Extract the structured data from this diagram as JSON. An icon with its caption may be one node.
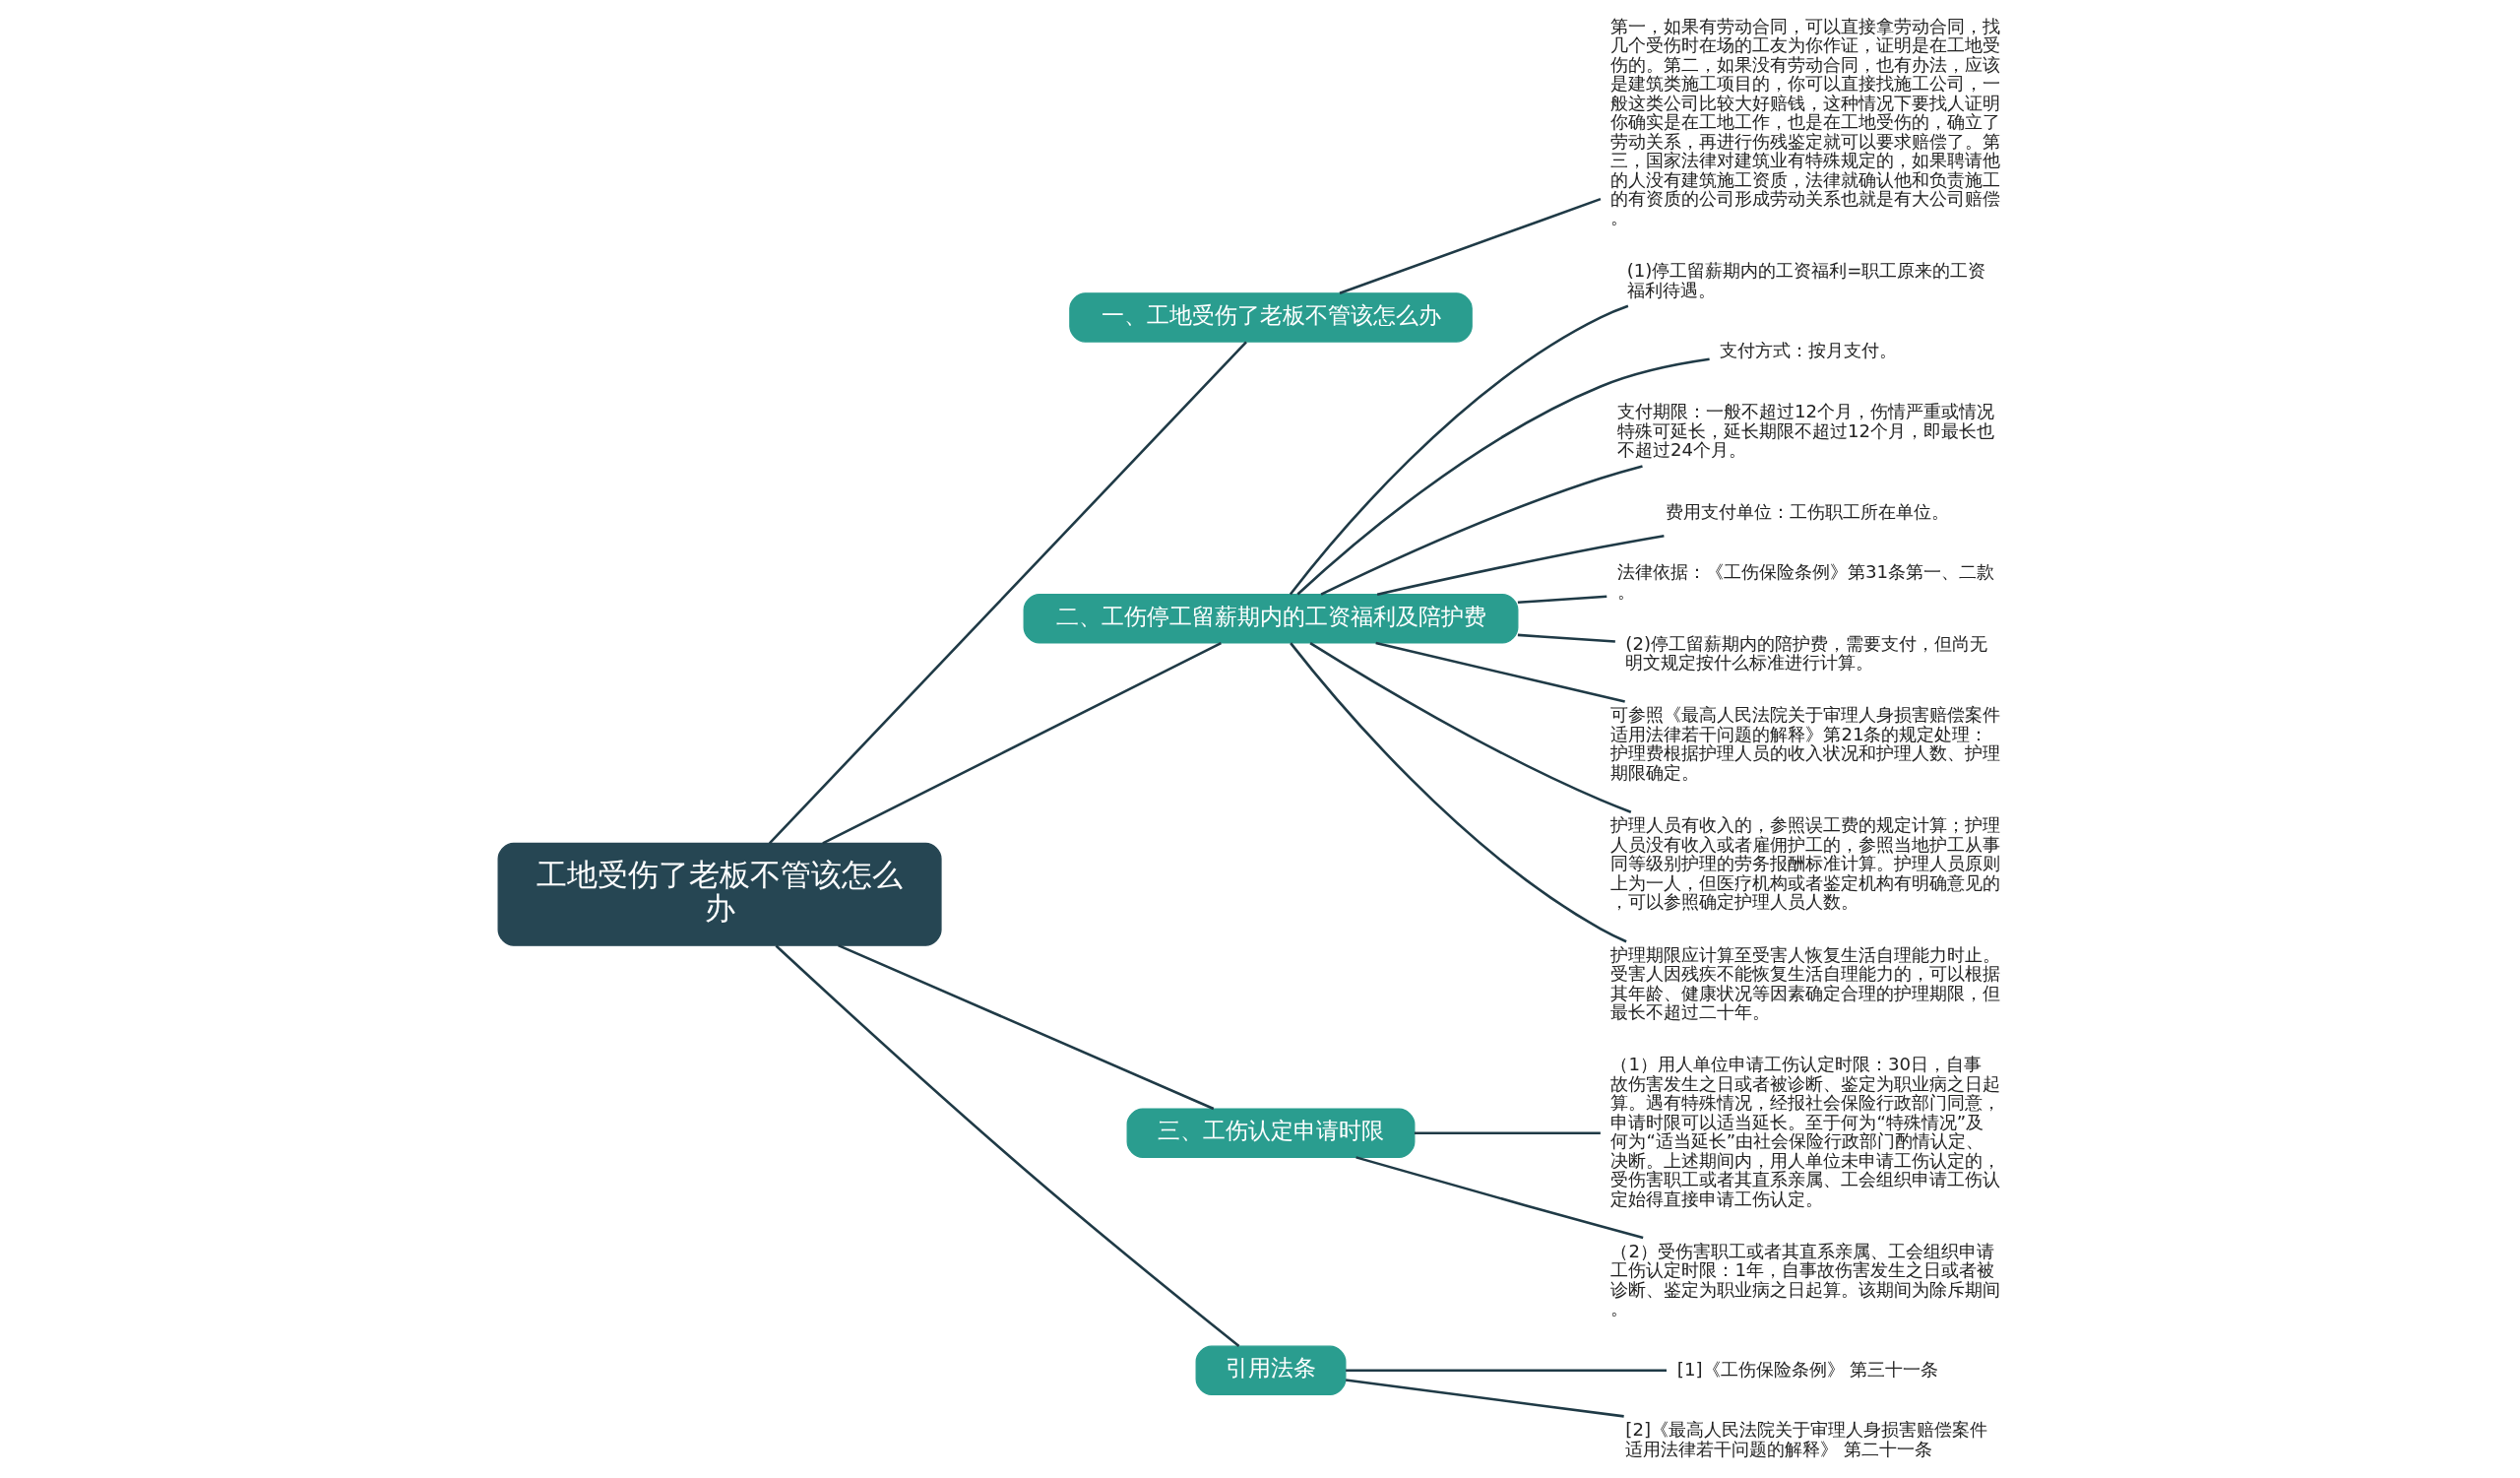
{
  "diagram": {
    "nodes": [
      {
        "text": [
          "工地受伤了老板不管该怎么办"
        ]
      },
      {
        "text": [
          "一、工地受伤了老板不管该怎么办"
        ]
      },
      {
        "text": [
          "第一，如果有劳动合同，可以直接拿劳动合同，找几个受伤时在场的工友为你作证，证明是在工地受伤的。第二，如果没有劳动合同，也有办法，应该是建筑类施工项目的，你可以直接找施工公司，一般这类公司比较大好赔钱，这种情况下要找人证明你确实是在工地工作，也是在工地受伤的，确立了劳动关系，再进行伤残鉴定就可以要求赔偿了。第三，国家法律对建筑业有特殊规定的，如果聘请他的人没有建筑施工资质，法律就确认他和负责施工的有资质的公司形成劳动关系也就是有大公司赔偿。"
        ]
      },
      {
        "text": [
          "二、工伤停工留薪期内的工资福利及陪护费"
        ]
      },
      {
        "text": [
          "(1)停工留薪期内的工资福利=职工原来的工资福利待遇。"
        ]
      },
      {
        "text": [
          "支付方式：按月支付。"
        ]
      },
      {
        "text": [
          "支付期限：一般不超过12个月，伤情严重或情况特殊可延长，延长期限不超过12个月，即最长也不超过24个月。"
        ]
      },
      {
        "text": [
          "费用支付单位：工伤职工所在单位。"
        ]
      },
      {
        "text": [
          "法律依据：《工伤保险条例》第31条第一、二款。"
        ]
      },
      {
        "text": [
          "(2)停工留薪期内的陪护费，需要支付，但尚无明文规定按什么标准进行计算。"
        ]
      },
      {
        "text": [
          "可参照《最高人民法院关于审理人身损害赔偿案件适用法律若干问题的解释》第21条的规定处理：护理费根据护理人员的收入状况和护理人数、护理期限确定。"
        ]
      },
      {
        "text": [
          "护理人员有收入的，参照误工费的规定计算；护理人员没有收入或者雇佣护工的，参照当地护工从事同等级别护理的劳务报酬标准计算。护理人员原则上为一人，但医疗机构或者鉴定机构有明确意见的，可以参照确定护理人员人数。"
        ]
      },
      {
        "text": [
          "护理期限应计算至受害人恢复生活自理能力时止。受害人因残疾不能恢复生活自理能力的，可以根据其年龄、健康状况等因素确定合理的护理期限，但最长不超过二十年。"
        ]
      },
      {
        "text": [
          "三、工伤认定申请时限"
        ]
      },
      {
        "text": [
          "（1）用人单位申请工伤认定时限：30日，自事故伤害发生之日或者被诊断、鉴定为职业病之日起算。遇有特殊情况，经报社会保险行政部门同意，申请时限可以适当延长。至于何为“特殊情况”及何为“适当延长”由社会保险行政部门酌情认定、决断。上述期间内，用人单位未申请工伤认定的，受伤害职工或者其直系亲属、工会组织申请工伤认定始得直接申请工伤认定。"
        ]
      },
      {
        "text": [
          "（2）受伤害职工或者其直系亲属、工会组织申请工伤认定时限：1年，自事故伤害发生之日或者被诊断、鉴定为职业病之日起算。该期间为除斥期间。"
        ]
      },
      {
        "text": [
          "引用法条"
        ]
      },
      {
        "text": [
          "[1]《工伤保险条例》 第三十一条"
        ]
      },
      {
        "text": [
          "[2]《最高人民法院关于审理人身损害赔偿案件适用法律若干问题的解释》 第二十一条"
        ]
      }
    ],
    "edges": [
      {
        "from": 0,
        "to": 1,
        "arrow": "none"
      },
      {
        "from": 1,
        "to": 2,
        "arrow": "none"
      },
      {
        "from": 0,
        "to": 3,
        "arrow": "none"
      },
      {
        "from": 3,
        "to": 4,
        "arrow": "none"
      },
      {
        "from": 3,
        "to": 5,
        "arrow": "none"
      },
      {
        "from": 3,
        "to": 6,
        "arrow": "none"
      },
      {
        "from": 3,
        "to": 7,
        "arrow": "none"
      },
      {
        "from": 3,
        "to": 8,
        "arrow": "none"
      },
      {
        "from": 3,
        "to": 9,
        "arrow": "none"
      },
      {
        "from": 3,
        "to": 10,
        "arrow": "none"
      },
      {
        "from": 3,
        "to": 11,
        "arrow": "none"
      },
      {
        "from": 3,
        "to": 12,
        "arrow": "none"
      },
      {
        "from": 0,
        "to": 13,
        "arrow": "none"
      },
      {
        "from": 13,
        "to": 14,
        "arrow": "none"
      },
      {
        "from": 13,
        "to": 15,
        "arrow": "none"
      },
      {
        "from": 0,
        "to": 16,
        "arrow": "none"
      },
      {
        "from": 16,
        "to": 17,
        "arrow": "none"
      },
      {
        "from": 16,
        "to": 18,
        "arrow": "none"
      }
    ]
  }
}
